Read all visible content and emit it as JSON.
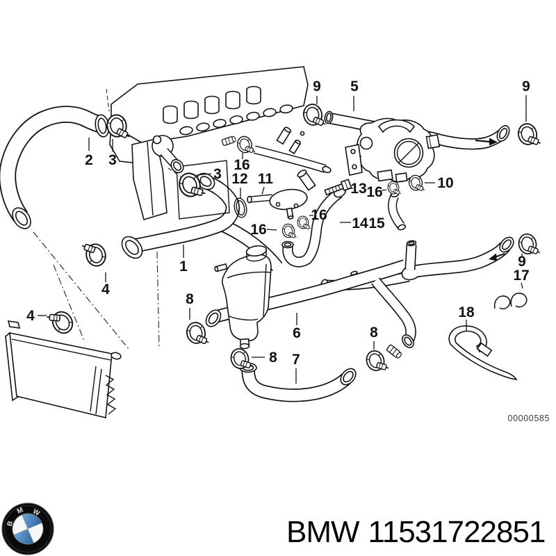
{
  "diagram": {
    "drawing_number": "00000585",
    "callouts": [
      {
        "label": "2"
      },
      {
        "label": "3"
      },
      {
        "label": "3"
      },
      {
        "label": "9"
      },
      {
        "label": "5"
      },
      {
        "label": "9"
      },
      {
        "label": "16"
      },
      {
        "label": "12"
      },
      {
        "label": "11"
      },
      {
        "label": "13"
      },
      {
        "label": "16"
      },
      {
        "label": "10"
      },
      {
        "label": "16"
      },
      {
        "label": "14"
      },
      {
        "label": "15"
      },
      {
        "label": "16"
      },
      {
        "label": "1"
      },
      {
        "label": "4"
      },
      {
        "label": "4"
      },
      {
        "label": "8"
      },
      {
        "label": "6"
      },
      {
        "label": "8"
      },
      {
        "label": "8"
      },
      {
        "label": "7"
      },
      {
        "label": "9"
      },
      {
        "label": "17"
      },
      {
        "label": "18"
      }
    ]
  },
  "footer": {
    "brand": "BMW",
    "part_number": "11531722851",
    "logo_letters": {
      "b": "B",
      "m": "M",
      "w": "W"
    }
  },
  "colors": {
    "line": "#111111",
    "background": "#ffffff",
    "bmw_blue_dark": "#2a62a0",
    "bmw_blue_light": "#6fa7d8",
    "roundel_black": "#0a0a0a",
    "drawing_number_color": "#3c3c3c"
  }
}
